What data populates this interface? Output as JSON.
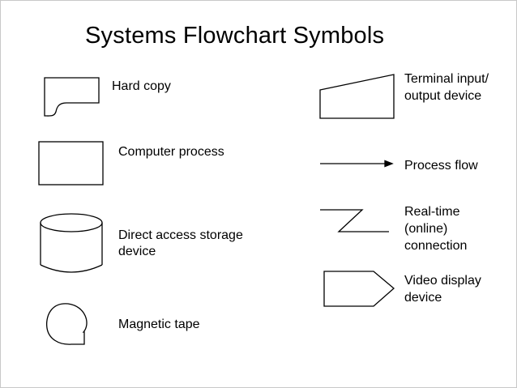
{
  "title": "Systems Flowchart Symbols",
  "symbols": {
    "hard_copy": "Hard copy",
    "computer_process": "Computer process",
    "direct_access": [
      "Direct access storage",
      "device"
    ],
    "magnetic_tape": "Magnetic tape",
    "terminal_io": [
      "Terminal input/",
      "output device"
    ],
    "process_flow": "Process flow",
    "real_time": [
      "Real-time",
      "(online)",
      "connection"
    ],
    "video_display": [
      "Video display",
      "device"
    ]
  }
}
